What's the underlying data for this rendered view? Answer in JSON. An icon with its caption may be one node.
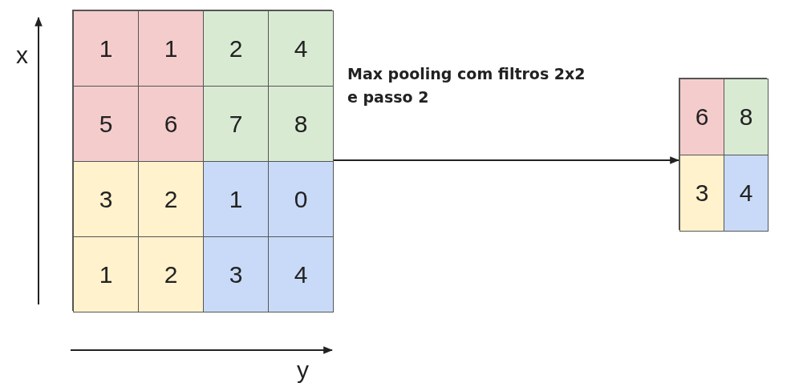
{
  "diagram": {
    "nodes": [
      {
        "text": [],
        "shape": "box"
      },
      {
        "text": [
          "1"
        ],
        "in": 0
      },
      {
        "text": [
          "1"
        ],
        "in": 0
      },
      {
        "text": [
          "2"
        ],
        "in": 0
      },
      {
        "text": [
          "4"
        ],
        "in": 0
      },
      {
        "text": [
          "5"
        ],
        "in": 0
      },
      {
        "text": [
          "6"
        ],
        "in": 0
      },
      {
        "text": [
          "7"
        ],
        "in": 0
      },
      {
        "text": [
          "8"
        ],
        "in": 0
      },
      {
        "text": [
          "3"
        ],
        "in": 0
      },
      {
        "text": [
          "2"
        ],
        "in": 0
      },
      {
        "text": [
          "1"
        ],
        "in": 0
      },
      {
        "text": [
          "0"
        ],
        "in": 0
      },
      {
        "text": [
          "1"
        ],
        "in": 0
      },
      {
        "text": [
          "2"
        ],
        "in": 0
      },
      {
        "text": [
          "3"
        ],
        "in": 0
      },
      {
        "text": [
          "4"
        ],
        "in": 0
      },
      {
        "text": [],
        "shape": "box"
      },
      {
        "text": [
          "6"
        ],
        "in": 17
      },
      {
        "text": [
          "8"
        ],
        "in": 17
      },
      {
        "text": [
          "3"
        ],
        "in": 17
      },
      {
        "text": [
          "4"
        ],
        "in": 17
      }
    ],
    "edges": [
      {
        "from": 0,
        "to": 17,
        "arrow": "to",
        "label": "Max pooling com filtros 2x2 e passo 2"
      }
    ],
    "labels": [
      "x",
      "y"
    ]
  }
}
